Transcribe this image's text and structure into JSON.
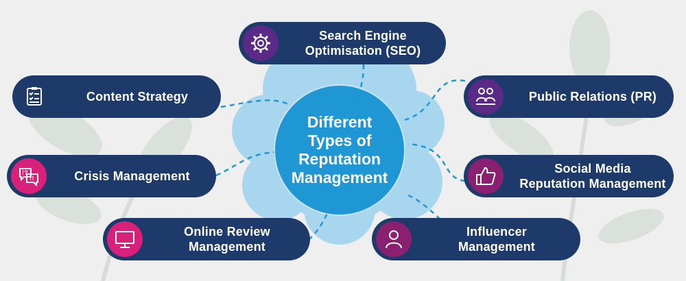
{
  "center": {
    "line1": "Different",
    "line2": "Types of",
    "line3": "Reputation",
    "line4": "Management"
  },
  "nodes": {
    "seo": {
      "line1": "Search Engine",
      "line2": "Optimisation (SEO)",
      "icon": "gear-search-icon"
    },
    "content": {
      "line1": "Content Strategy",
      "icon": "clipboard-checklist-icon"
    },
    "pr": {
      "line1": "Public Relations (PR)",
      "icon": "people-meeting-icon"
    },
    "crisis": {
      "line1": "Crisis Management",
      "icon": "speech-bubble-alert-icon"
    },
    "social": {
      "line1": "Social Media",
      "line2": "Reputation Management",
      "icon": "thumbs-up-icon"
    },
    "review": {
      "line1": "Online Review",
      "line2": "Management",
      "icon": "monitor-icon"
    },
    "influencer": {
      "line1": "Influencer",
      "line2": "Management",
      "icon": "person-icon"
    }
  },
  "colors": {
    "background": "#efefef",
    "pill": "#1d3a6a",
    "center": "#1f97d4",
    "cloud": "#a9d6ef",
    "connector": "#1f97d4",
    "icon_purple": "#5b2a86",
    "icon_magenta": "#d8217a",
    "icon_plum": "#8a2070"
  }
}
